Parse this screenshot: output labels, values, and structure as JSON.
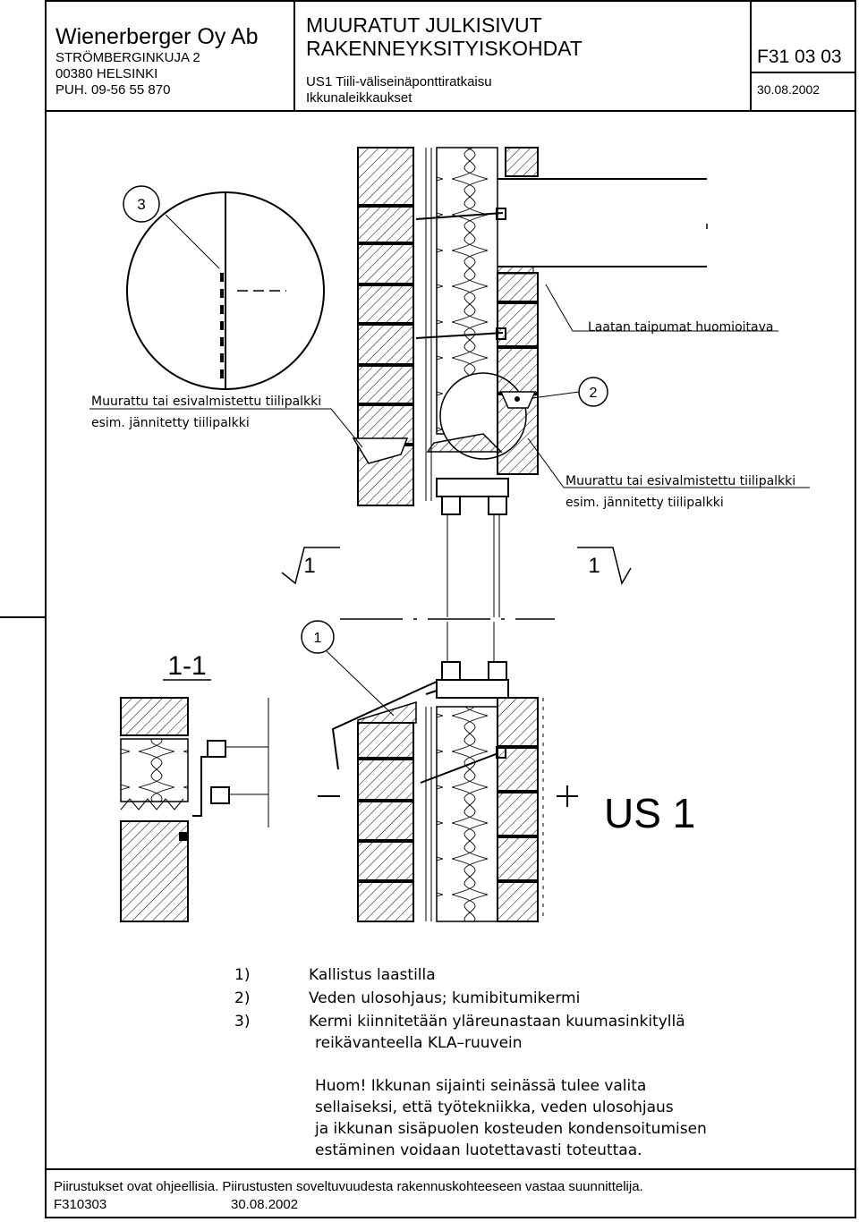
{
  "company": {
    "name": "Wienerberger Oy Ab",
    "street": "STRÖMBERGINKUJA 2",
    "city": "00380 HELSINKI",
    "phone": "PUH. 09-56 55 870"
  },
  "title": {
    "line1": "MUURATUT JULKISIVUT",
    "line2": "RAKENNEYKSITYISKOHDAT",
    "sub1": "US1 Tiili-väliseinäponttiratkaisu",
    "sub2": "Ikkunaleikkaukset"
  },
  "drawing_code": "F31 03 03",
  "header_date": "30.08.2002",
  "labels": {
    "detail_3": "3",
    "detail_2": "2",
    "detail_1": "1",
    "section_left": "1",
    "section_right": "1",
    "section_name": "1-1",
    "wall_type": "US 1",
    "minus": "–",
    "plus": "+",
    "slab_deflection": "Laatan taipumat huomioitava",
    "lintel_left_1": "Muurattu tai esivalmistettu tiilipalkki",
    "lintel_left_2": "esim. jännitetty tiilipalkki",
    "lintel_right_1": "Muurattu tai esivalmistettu tiilipalkki",
    "lintel_right_2": "esim. jännitetty tiilipalkki"
  },
  "notes": [
    {
      "num": "1)",
      "text": "Kallistus laastilla"
    },
    {
      "num": "2)",
      "text": "Veden ulosohjaus; kumibitumikermi"
    },
    {
      "num": "3)",
      "text": "Kermi kiinnitetään yläreunastaan kuumasinkityllä"
    },
    {
      "num": "",
      "text": "reikävanteella KLA–ruuvein"
    }
  ],
  "remark": [
    "Huom! Ikkunan sijainti seinässä tulee valita",
    "sellaiseksi, että työtekniikka, veden ulosohjaus",
    "ja ikkunan sisäpuolen kosteuden kondensoitumisen",
    "estäminen voidaan luotettavasti toteuttaa."
  ],
  "footer": {
    "disclaimer": "Piirustukset ovat ohjeellisia. Piirustusten soveltuvuudesta rakennuskohteeseen vastaa suunnittelija.",
    "code": "F310303",
    "date": "30.08.2002"
  }
}
